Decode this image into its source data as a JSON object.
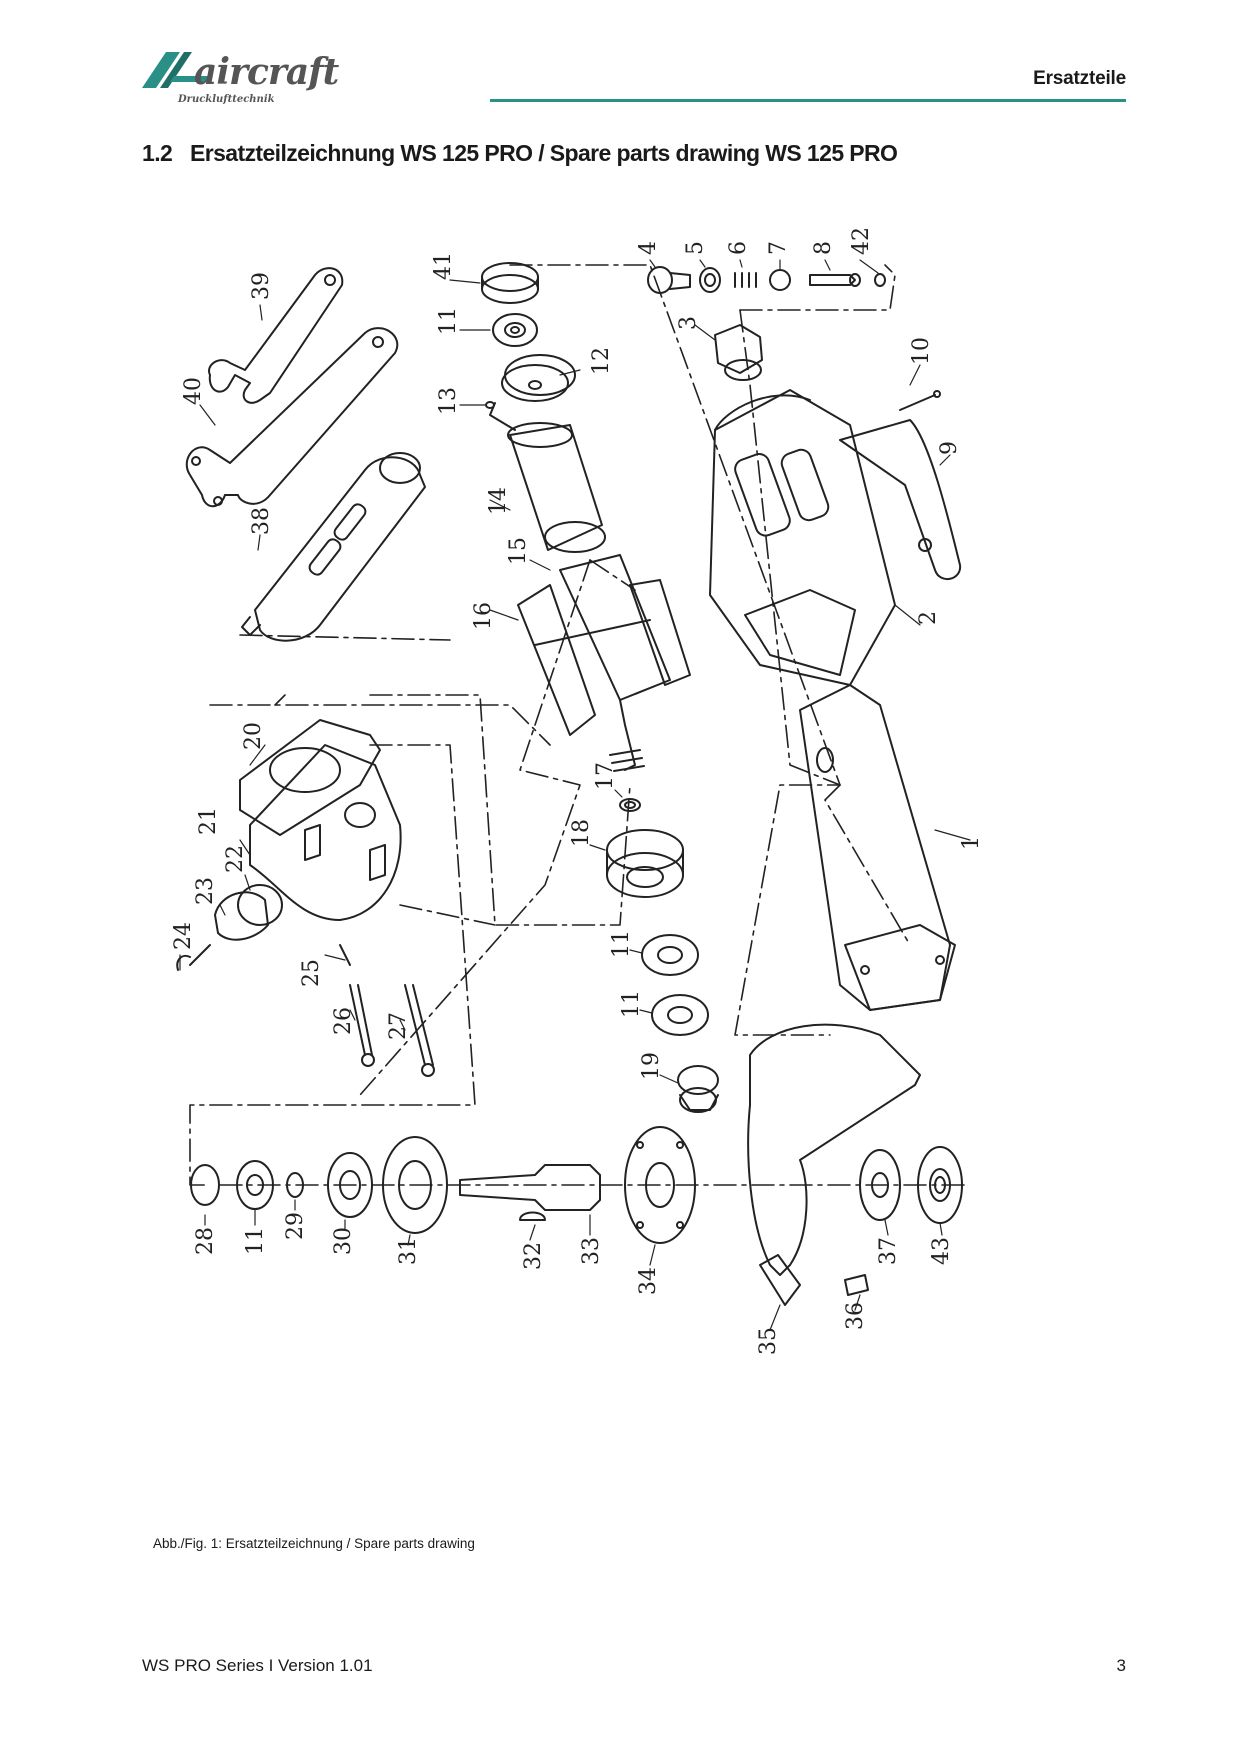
{
  "header": {
    "logo_wordmark": "aircraft",
    "logo_tagline": "Drucklufttechnik",
    "title": "Ersatzteile",
    "rule_color": "#2a8f86"
  },
  "section": {
    "number": "1.2",
    "title": "Ersatzteilzeichnung WS 125 PRO / Spare parts drawing WS 125 PRO"
  },
  "drawing": {
    "part_numbers": [
      "39",
      "40",
      "38",
      "41",
      "11",
      "12",
      "13",
      "14",
      "15",
      "16",
      "17",
      "18",
      "11",
      "11",
      "19",
      "4",
      "5",
      "6",
      "7",
      "8",
      "42",
      "3",
      "10",
      "9",
      "2",
      "1",
      "20",
      "21",
      "22",
      "23",
      "24",
      "25",
      "26",
      "27",
      "28",
      "11",
      "29",
      "30",
      "31",
      "32",
      "33",
      "34",
      "35",
      "36",
      "37",
      "43"
    ]
  },
  "caption": "Abb./Fig. 1: Ersatzteilzeichnung / Spare parts drawing",
  "footer": {
    "left": "WS PRO Series I Version 1.01",
    "page_number": "3"
  }
}
